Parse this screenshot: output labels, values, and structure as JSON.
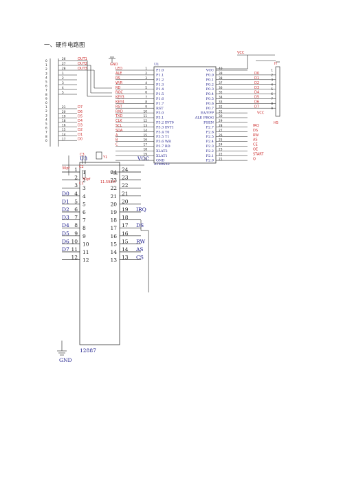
{
  "heading": "一、硬件电路图",
  "u1": {
    "ref": "U1",
    "part": "AT89S52",
    "left_pins": [
      {
        "num": "1",
        "name": "P1.0",
        "net": "LED"
      },
      {
        "num": "2",
        "name": "P1.1",
        "net": "ALE"
      },
      {
        "num": "3",
        "name": "P1.2",
        "net": "RS"
      },
      {
        "num": "4",
        "name": "P1.3",
        "net": "W/R"
      },
      {
        "num": "5",
        "name": "P1.4",
        "net": "RD"
      },
      {
        "num": "6",
        "name": "P1.5",
        "net": "ROC"
      },
      {
        "num": "7",
        "name": "P1.6",
        "net": "KEY3"
      },
      {
        "num": "8",
        "name": "P1.7",
        "net": "KEY4"
      },
      {
        "num": "9",
        "name": "RST",
        "net": "RST"
      },
      {
        "num": "10",
        "name": "P3.0",
        "net": "RXD"
      },
      {
        "num": "11",
        "name": "P3.1",
        "net": "TXD"
      },
      {
        "num": "12",
        "name": "P3.2 INT0",
        "net": "CLK"
      },
      {
        "num": "13",
        "name": "P3.3 INT1",
        "net": "SCL"
      },
      {
        "num": "14",
        "name": "P3.4 T0",
        "net": "SDA"
      },
      {
        "num": "15",
        "name": "P3.5 T1",
        "net": "A"
      },
      {
        "num": "16",
        "name": "P3.6 WR",
        "net": "B"
      },
      {
        "num": "17",
        "name": "P3.7 RD",
        "net": "C"
      },
      {
        "num": "18",
        "name": "XLAT2",
        "net": ""
      },
      {
        "num": "19",
        "name": "XLAT1",
        "net": ""
      },
      {
        "num": "20",
        "name": "GND",
        "net": ""
      }
    ],
    "right_pins": [
      {
        "num": "40",
        "name": "VCC",
        "net": ""
      },
      {
        "num": "39",
        "name": "P0.0",
        "net": "D0"
      },
      {
        "num": "38",
        "name": "P0.1",
        "net": "D1"
      },
      {
        "num": "37",
        "name": "P0.2",
        "net": "D2"
      },
      {
        "num": "36",
        "name": "P0.3",
        "net": "D3"
      },
      {
        "num": "35",
        "name": "P0.4",
        "net": "D4"
      },
      {
        "num": "34",
        "name": "P0.5",
        "net": "D5"
      },
      {
        "num": "33",
        "name": "P0.6",
        "net": "D6"
      },
      {
        "num": "32",
        "name": "P0.7",
        "net": "D7"
      },
      {
        "num": "31",
        "name": "EA/VPP",
        "net": "VCC"
      },
      {
        "num": "30",
        "name": "ALE PROG",
        "net": ""
      },
      {
        "num": "29",
        "name": "PSEN",
        "net": ""
      },
      {
        "num": "28",
        "name": "P2.7",
        "net": "IRQ"
      },
      {
        "num": "27",
        "name": "P2.6",
        "net": "DS"
      },
      {
        "num": "26",
        "name": "P2.5",
        "net": "RW"
      },
      {
        "num": "25",
        "name": "P2.4",
        "net": "AS"
      },
      {
        "num": "24",
        "name": "P2.3",
        "net": "CE"
      },
      {
        "num": "23",
        "name": "P2.2",
        "net": "OE"
      },
      {
        "num": "22",
        "name": "P2.1",
        "net": "START"
      },
      {
        "num": "21",
        "name": "P2.0",
        "net": "Q"
      }
    ]
  },
  "left_connector": {
    "pin_labels": [
      "0",
      "1",
      "2",
      "3",
      "4",
      "5",
      "6",
      "7",
      "8",
      "9",
      "0",
      "1",
      "2",
      "3",
      "4",
      "5",
      "6",
      "7",
      "8",
      "0"
    ],
    "rows": [
      {
        "num": "26",
        "net": "OUT1"
      },
      {
        "num": "27",
        "net": "OUT2"
      },
      {
        "num": "28",
        "net": "OUT3"
      },
      {
        "num": "1",
        "net": ""
      },
      {
        "num": "2",
        "net": ""
      },
      {
        "num": "3",
        "net": ""
      },
      {
        "num": "4",
        "net": ""
      },
      {
        "num": "5",
        "net": ""
      },
      {
        "num": "21",
        "net": "D7"
      },
      {
        "num": "20",
        "net": "D6"
      },
      {
        "num": "19",
        "net": "D5"
      },
      {
        "num": "18",
        "net": "D4"
      },
      {
        "num": "16",
        "net": "D3"
      },
      {
        "num": "15",
        "net": "D2"
      },
      {
        "num": "14",
        "net": "D1"
      },
      {
        "num": "17",
        "net": "D0"
      }
    ]
  },
  "header_h": {
    "ref": "H",
    "label": "H5",
    "pins": [
      "1",
      "2",
      "3",
      "4",
      "5",
      "6",
      "7",
      "8",
      "9"
    ],
    "nets": [
      "D0",
      "D1",
      "D2",
      "D3",
      "D4",
      "D5",
      "D6",
      "D7"
    ]
  },
  "power": {
    "vcc": "VCC",
    "gnd": "GND"
  },
  "crystal": {
    "c2": "C2",
    "c1": "C1",
    "cap_value": "30pf",
    "cap_value2": "30pf",
    "y1": "Y1",
    "freq": "11.592M",
    "c3": "C3"
  },
  "u3": {
    "ref": "U3",
    "part": "12887",
    "vcc": "VCC",
    "gnd": "GND",
    "left_pins": [
      {
        "num": "1",
        "net": ""
      },
      {
        "num": "2",
        "net": ""
      },
      {
        "num": "3",
        "net": ""
      },
      {
        "num": "4",
        "net": "D0"
      },
      {
        "num": "5",
        "net": "D1"
      },
      {
        "num": "6",
        "net": "D2"
      },
      {
        "num": "7",
        "net": "D3"
      },
      {
        "num": "8",
        "net": "D4"
      },
      {
        "num": "9",
        "net": "D5"
      },
      {
        "num": "10",
        "net": "D6"
      },
      {
        "num": "11",
        "net": "D7"
      },
      {
        "num": "12",
        "net": ""
      }
    ],
    "right_pins": [
      {
        "num": "24",
        "net": ""
      },
      {
        "num": "23",
        "net": ""
      },
      {
        "num": "22",
        "net": ""
      },
      {
        "num": "21",
        "net": ""
      },
      {
        "num": "20",
        "net": ""
      },
      {
        "num": "19",
        "net": "IRQ"
      },
      {
        "num": "18",
        "net": ""
      },
      {
        "num": "17",
        "net": "DS"
      },
      {
        "num": "16",
        "net": ""
      },
      {
        "num": "15",
        "net": "RW"
      },
      {
        "num": "14",
        "net": "AS"
      },
      {
        "num": "13",
        "net": "CS"
      }
    ]
  }
}
